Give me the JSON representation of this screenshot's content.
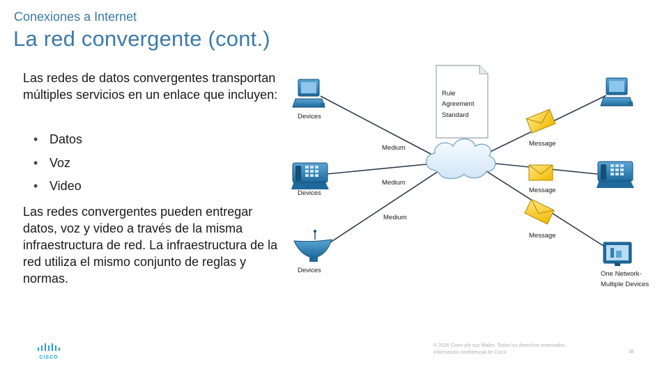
{
  "header": {
    "subtitle": "Conexiones a Internet",
    "title": "La red convergente (cont.)"
  },
  "content": {
    "paragraph1": "Las redes de datos convergentes transportan múltiples servicios en un enlace que incluyen:",
    "bullets": [
      "Datos",
      "Voz",
      "Video"
    ],
    "paragraph2": "Las redes convergentes pueden entregar datos, voz y video a través de la misma infraestructura de red. La infraestructura de la red utiliza el mismo conjunto de reglas y normas."
  },
  "diagram": {
    "document_lines": [
      "Rule",
      "Agreement",
      "Standard"
    ],
    "left_devices": [
      "Devices",
      "Devices",
      "Devices"
    ],
    "medium_labels": [
      "Medium",
      "Medium",
      "Medium"
    ],
    "message_labels": [
      "Message",
      "Message",
      "Message"
    ],
    "right_label_line1": "One Network-",
    "right_label_line2": "Multiple Devices"
  },
  "footer": {
    "logo_text": "CISCO",
    "copyright_line1": "© 2016 Cisco y/o sus filiales. Todos los derechos reservados.",
    "copyright_line2": "Información confidencial de Cisco",
    "page_number": "38"
  },
  "colors": {
    "title": "#3d7aa8",
    "device_blue": "#2f7fb5",
    "envelope_yellow": "#f6c400",
    "cloud": "#e4f0fa"
  }
}
